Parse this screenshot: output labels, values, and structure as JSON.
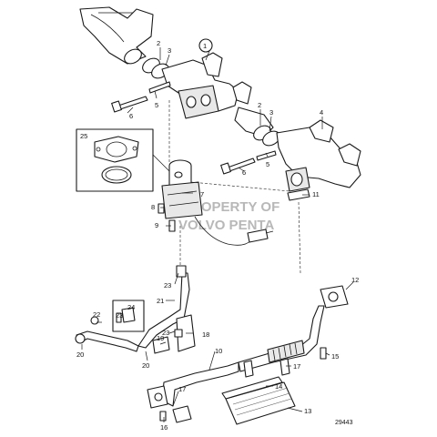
{
  "diagram": {
    "figure_number": "29443",
    "watermark_lines": [
      "PROPERTY OF",
      "VOLVO PENTA"
    ],
    "callouts": [
      {
        "id": "c1",
        "label": "1",
        "circled": true
      },
      {
        "id": "c2a",
        "label": "2"
      },
      {
        "id": "c3a",
        "label": "3"
      },
      {
        "id": "c5a",
        "label": "5"
      },
      {
        "id": "c6a",
        "label": "6"
      },
      {
        "id": "c2b",
        "label": "2"
      },
      {
        "id": "c3b",
        "label": "3"
      },
      {
        "id": "c4",
        "label": "4"
      },
      {
        "id": "c25",
        "label": "25"
      },
      {
        "id": "c7",
        "label": "7"
      },
      {
        "id": "c8",
        "label": "8"
      },
      {
        "id": "c9",
        "label": "9"
      },
      {
        "id": "c6b",
        "label": "6"
      },
      {
        "id": "c5b",
        "label": "5"
      },
      {
        "id": "c11",
        "label": "11"
      },
      {
        "id": "c23a",
        "label": "23"
      },
      {
        "id": "c21",
        "label": "21"
      },
      {
        "id": "c24",
        "label": "24"
      },
      {
        "id": "c23b",
        "label": "23"
      },
      {
        "id": "c22",
        "label": "22"
      },
      {
        "id": "c23c",
        "label": "23"
      },
      {
        "id": "c18",
        "label": "18"
      },
      {
        "id": "c19",
        "label": "19"
      },
      {
        "id": "c20a",
        "label": "20"
      },
      {
        "id": "c20b",
        "label": "20"
      },
      {
        "id": "c10",
        "label": "10"
      },
      {
        "id": "c12",
        "label": "12"
      },
      {
        "id": "c15",
        "label": "15"
      },
      {
        "id": "c17a",
        "label": "17"
      },
      {
        "id": "c17b",
        "label": "17"
      },
      {
        "id": "c14",
        "label": "14"
      },
      {
        "id": "c13",
        "label": "13"
      },
      {
        "id": "c16",
        "label": "16"
      }
    ]
  }
}
